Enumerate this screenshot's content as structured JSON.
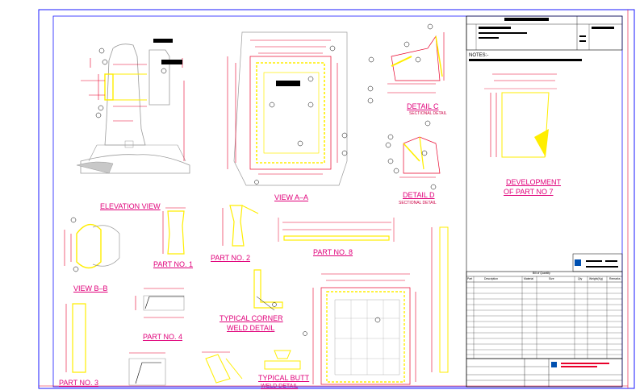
{
  "views": {
    "elevation": "ELEVATION VIEW",
    "view_a": "VIEW A–A",
    "view_b": "VIEW B–B",
    "detail_c": "DETAIL C",
    "detail_c_sub": "SECTIONAL DETAIL",
    "detail_d": "DETAIL D",
    "detail_d_sub": "SECTIONAL DETAIL",
    "development_1": "DEVELOPMENT",
    "development_2": "OF PART NO 7",
    "part1": "PART NO. 1",
    "part2": "PART NO. 2",
    "part3": "PART NO. 3",
    "part4": "PART NO. 4",
    "part8": "PART NO. 8",
    "corner_weld_1": "TYPICAL CORNER",
    "corner_weld_2": "WELD DETAIL",
    "butt_weld_1": "TYPICAL BUTT",
    "butt_weld_2": "WELD DETAIL"
  },
  "notes": {
    "heading": "NOTES:-"
  },
  "bom": {
    "title": "Bill of Quantity",
    "headers": [
      "Part",
      "Description",
      "Material",
      "Size",
      "Qty",
      "Weight(Kg)",
      "Remarks"
    ]
  },
  "colors": {
    "paper": "#ffffff",
    "border": "#1a1aff",
    "dimension": "#e8002a",
    "part_outline": "#ffee00",
    "leader": "#e8002a",
    "callout": "#e8002a",
    "title_text": "#e0007a",
    "structure": "#9a9a9a",
    "black": "#000000"
  }
}
